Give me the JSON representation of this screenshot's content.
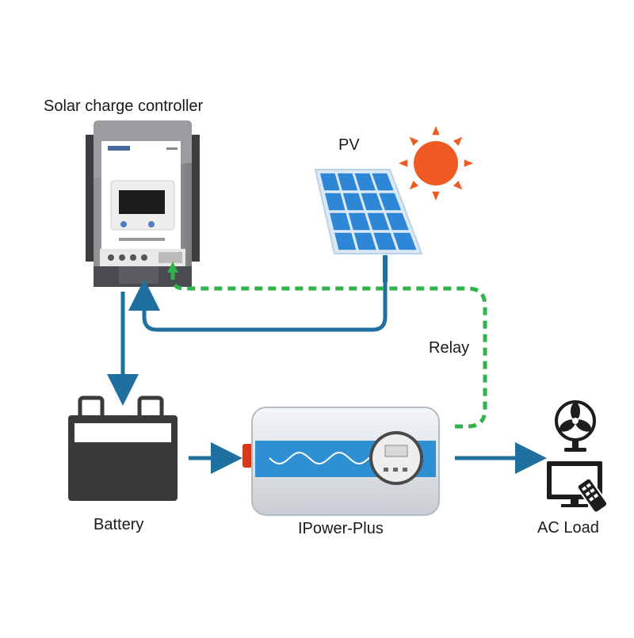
{
  "labels": {
    "controller": "Solar charge controller",
    "pv": "PV",
    "relay": "Relay",
    "battery": "Battery",
    "inverter": "IPower-Plus",
    "ac_load": "AC Load"
  },
  "colors": {
    "power_line": "#1f6f9f",
    "relay_line": "#2fb34a",
    "sun": "#ef5a22",
    "panel_cell": "#2e86d6",
    "panel_frame": "#cfe3f5",
    "battery": "#3a3a3a",
    "inverter_band": "#2f8fd3"
  },
  "icons": {
    "sun": "sun-icon",
    "fan": "fan-icon",
    "tv": "tv-icon",
    "remote": "remote-icon"
  }
}
